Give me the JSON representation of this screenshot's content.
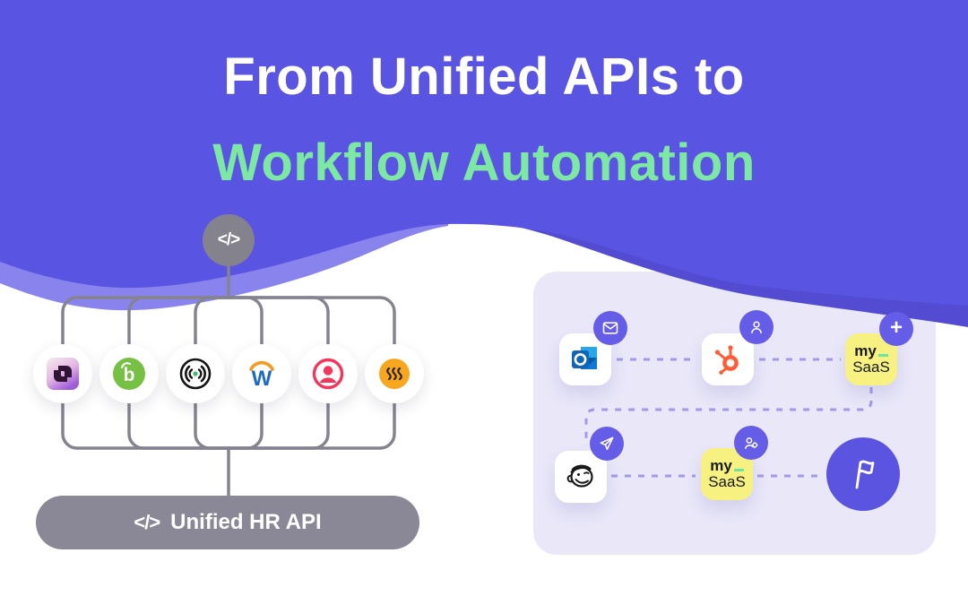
{
  "header": {
    "line1": "From Unified APIs to",
    "line2": "Workflow Automation",
    "background_color": "#5A54E2",
    "wave_light_color": "#8983EE",
    "wave_dark_color": "#534CD2",
    "line1_color": "#FFFFFF",
    "line2_color": "#7DE8A3"
  },
  "left_diagram": {
    "code_node": {
      "icon": "code-icon",
      "glyph": "</>",
      "color": "#84828D"
    },
    "connector_color": "#85838F",
    "apps": [
      {
        "icon": "personio-logo"
      },
      {
        "icon": "bamboohr-logo"
      },
      {
        "icon": "concentric-rings-logo"
      },
      {
        "icon": "workday-logo"
      },
      {
        "icon": "person-circle-logo"
      },
      {
        "icon": "rippling-logo"
      }
    ],
    "pill": {
      "glyph": "</>",
      "label": "Unified HR API",
      "background_color": "#8A8896",
      "text_color": "#FFFFFF"
    }
  },
  "right_panel": {
    "background_color": "#E9E7F8",
    "badge_color": "#655CE8",
    "dash_color": "#A09AE8",
    "rows": [
      {
        "nodes": [
          {
            "icon": "outlook-logo",
            "badge_icon": "envelope-icon"
          },
          {
            "icon": "hubspot-logo",
            "badge_icon": "user-icon"
          },
          {
            "icon": "mysaas-tile",
            "badge_icon": "plus-icon",
            "badge_glyph": "+",
            "label_top": "my",
            "label_bottom": "SaaS",
            "tile_color": "#F6F180"
          }
        ]
      },
      {
        "nodes": [
          {
            "icon": "mailchimp-logo",
            "badge_icon": "send-icon"
          },
          {
            "icon": "mysaas-tile",
            "badge_icon": "user-gear-icon",
            "label_top": "my",
            "label_bottom": "SaaS",
            "tile_color": "#F6F180"
          },
          {
            "icon": "flag-icon",
            "color": "#5B54E1"
          }
        ]
      }
    ]
  }
}
